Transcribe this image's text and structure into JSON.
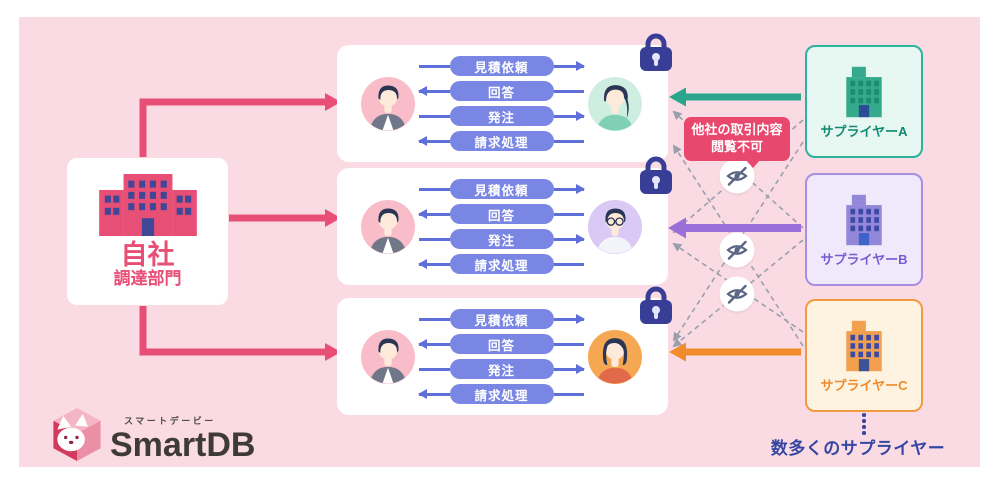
{
  "theme": {
    "vars": {
      "panel-bg": "#fbdbe3",
      "accent-pink": "#e84f76",
      "company-window": "#3f4796",
      "pill-blue": "#7a86e3",
      "arrow-blue": "#5e6fd9",
      "navy": "#383d96",
      "lock-keyhole": "#e3e6fb",
      "badge-bg": "#e8486e",
      "dash-gray": "#9aa0ab",
      "eye-gray": "#5c6584",
      "indigo-text": "#3647a3",
      "logo-text": "#3e3a3a",
      "logo-ruby": "#4c4c4c",
      "cube-top": "#f4b6c6",
      "cube-left": "#d23a5e",
      "cube-right": "#ea8fa5",
      "cube-detail": "#8c2742",
      "buyer-bg": "#f9bcc9",
      "hair": "#2c3554",
      "skin": "#fdeada",
      "buyer-coat": "#707788",
      "ava-bg": "#cdeee1",
      "ava-top": "#7fd0b4",
      "avb-bg": "#d9c9f4",
      "avb-top": "#f2f4fa",
      "avc-bg": "#f5a851",
      "avc-top": "#e06a4a",
      "sup-a-border": "#2db39a",
      "sup-a-bg": "#e7f7f1",
      "sup-a-text": "#0f8a72",
      "sup-a-arrow": "#2ba58c",
      "sup-a-body": "#35a98c",
      "sup-a-window": "#1d8a72",
      "sup-a-door": "#2c4c97",
      "sup-b-border": "#a98fe2",
      "sup-b-bg": "#efe9fb",
      "sup-b-text": "#7a5ad2",
      "sup-b-arrow": "#9a6fd8",
      "sup-b-body": "#9287d8",
      "sup-b-window": "#3c4aa5",
      "sup-b-door": "#3f63c8",
      "sup-c-border": "#f09b3f",
      "sup-c-bg": "#fdf3e0",
      "sup-c-text": "#ef8b2c",
      "sup-c-arrow": "#f08c2e",
      "sup-c-body": "#f2a04e",
      "sup-c-window": "#3c4aa5",
      "sup-c-door": "#3c5296"
    }
  },
  "company": {
    "name": "自社",
    "department": "調達部門"
  },
  "flow": {
    "labels": [
      "見積依頼",
      "回答",
      "発注",
      "請求処理"
    ],
    "directions": [
      "to-supplier",
      "to-buyer",
      "to-supplier",
      "to-buyer"
    ]
  },
  "privacy_badge": {
    "line1": "他社の取引内容",
    "line2": "閲覧不可"
  },
  "suppliers": [
    {
      "name": "サプライヤーA"
    },
    {
      "name": "サプライヤーB"
    },
    {
      "name": "サプライヤーC"
    }
  ],
  "footer": {
    "more_suppliers": "数多くのサプライヤー"
  },
  "logo": {
    "ruby": "スマートデービー",
    "name": "SmartDB"
  },
  "icons": {
    "lock": "padlock-icon",
    "eye_off": "eye-off-icon",
    "company_building": "building-icon",
    "supplier_building": "building-icon"
  }
}
